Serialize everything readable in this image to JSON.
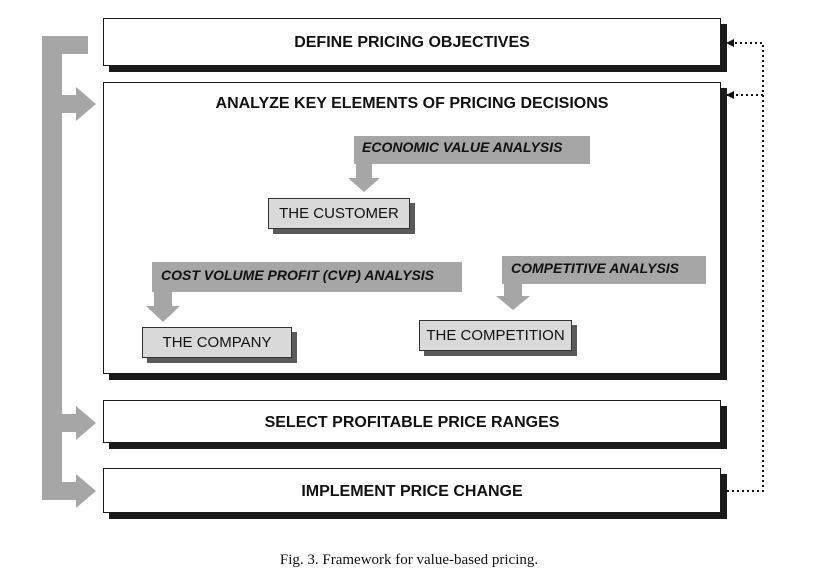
{
  "steps": {
    "define": "DEFINE PRICING OBJECTIVES",
    "analyze": "ANALYZE KEY ELEMENTS OF PRICING DECISIONS",
    "select": "SELECT PROFITABLE PRICE RANGES",
    "implement": "IMPLEMENT PRICE CHANGE"
  },
  "nodes": {
    "customer": "THE CUSTOMER",
    "company": "THE COMPANY",
    "competition": "THE COMPETITION"
  },
  "analyses": {
    "economic": "ECONOMIC VALUE ANALYSIS",
    "cvp": "COST VOLUME PROFIT (CVP) ANALYSIS",
    "competitive": "COMPETITIVE ANALYSIS"
  },
  "caption": "Fig. 3. Framework for value-based pricing.",
  "colors": {
    "gray_band": "#a6a6a6",
    "node_fill": "#d9d9d9",
    "ink": "#1a1a1a"
  }
}
